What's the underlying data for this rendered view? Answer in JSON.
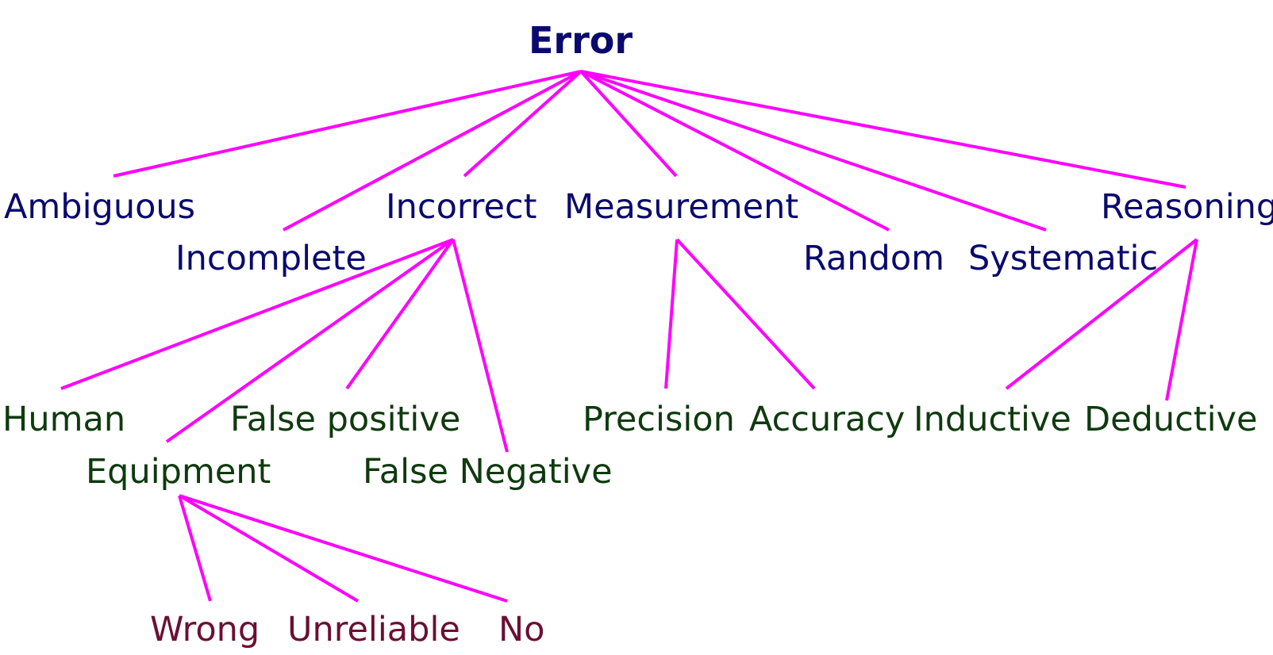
{
  "diagram": {
    "line_color": "#ff00ff",
    "colors": {
      "root": "#0a0a6e",
      "level1": "#0a0a6e",
      "level2": "#0f3a0f",
      "level3": "#6b0f33"
    },
    "root": "Error",
    "level1": {
      "ambiguous": "Ambiguous",
      "incomplete": "Incomplete",
      "incorrect": "Incorrect",
      "measurement": "Measurement",
      "random": "Random",
      "systematic": "Systematic",
      "reasoning": "Reasoning"
    },
    "incorrect_children": {
      "human": "Human",
      "equipment": "Equipment",
      "false_positive": "False positive",
      "false_negative": "False Negative"
    },
    "measurement_children": {
      "precision": "Precision",
      "accuracy": "Accuracy"
    },
    "reasoning_children": {
      "inductive": "Inductive",
      "deductive": "Deductive"
    },
    "equipment_children": {
      "wrong": "Wrong",
      "unreliable": "Unreliable",
      "no": "No"
    }
  }
}
